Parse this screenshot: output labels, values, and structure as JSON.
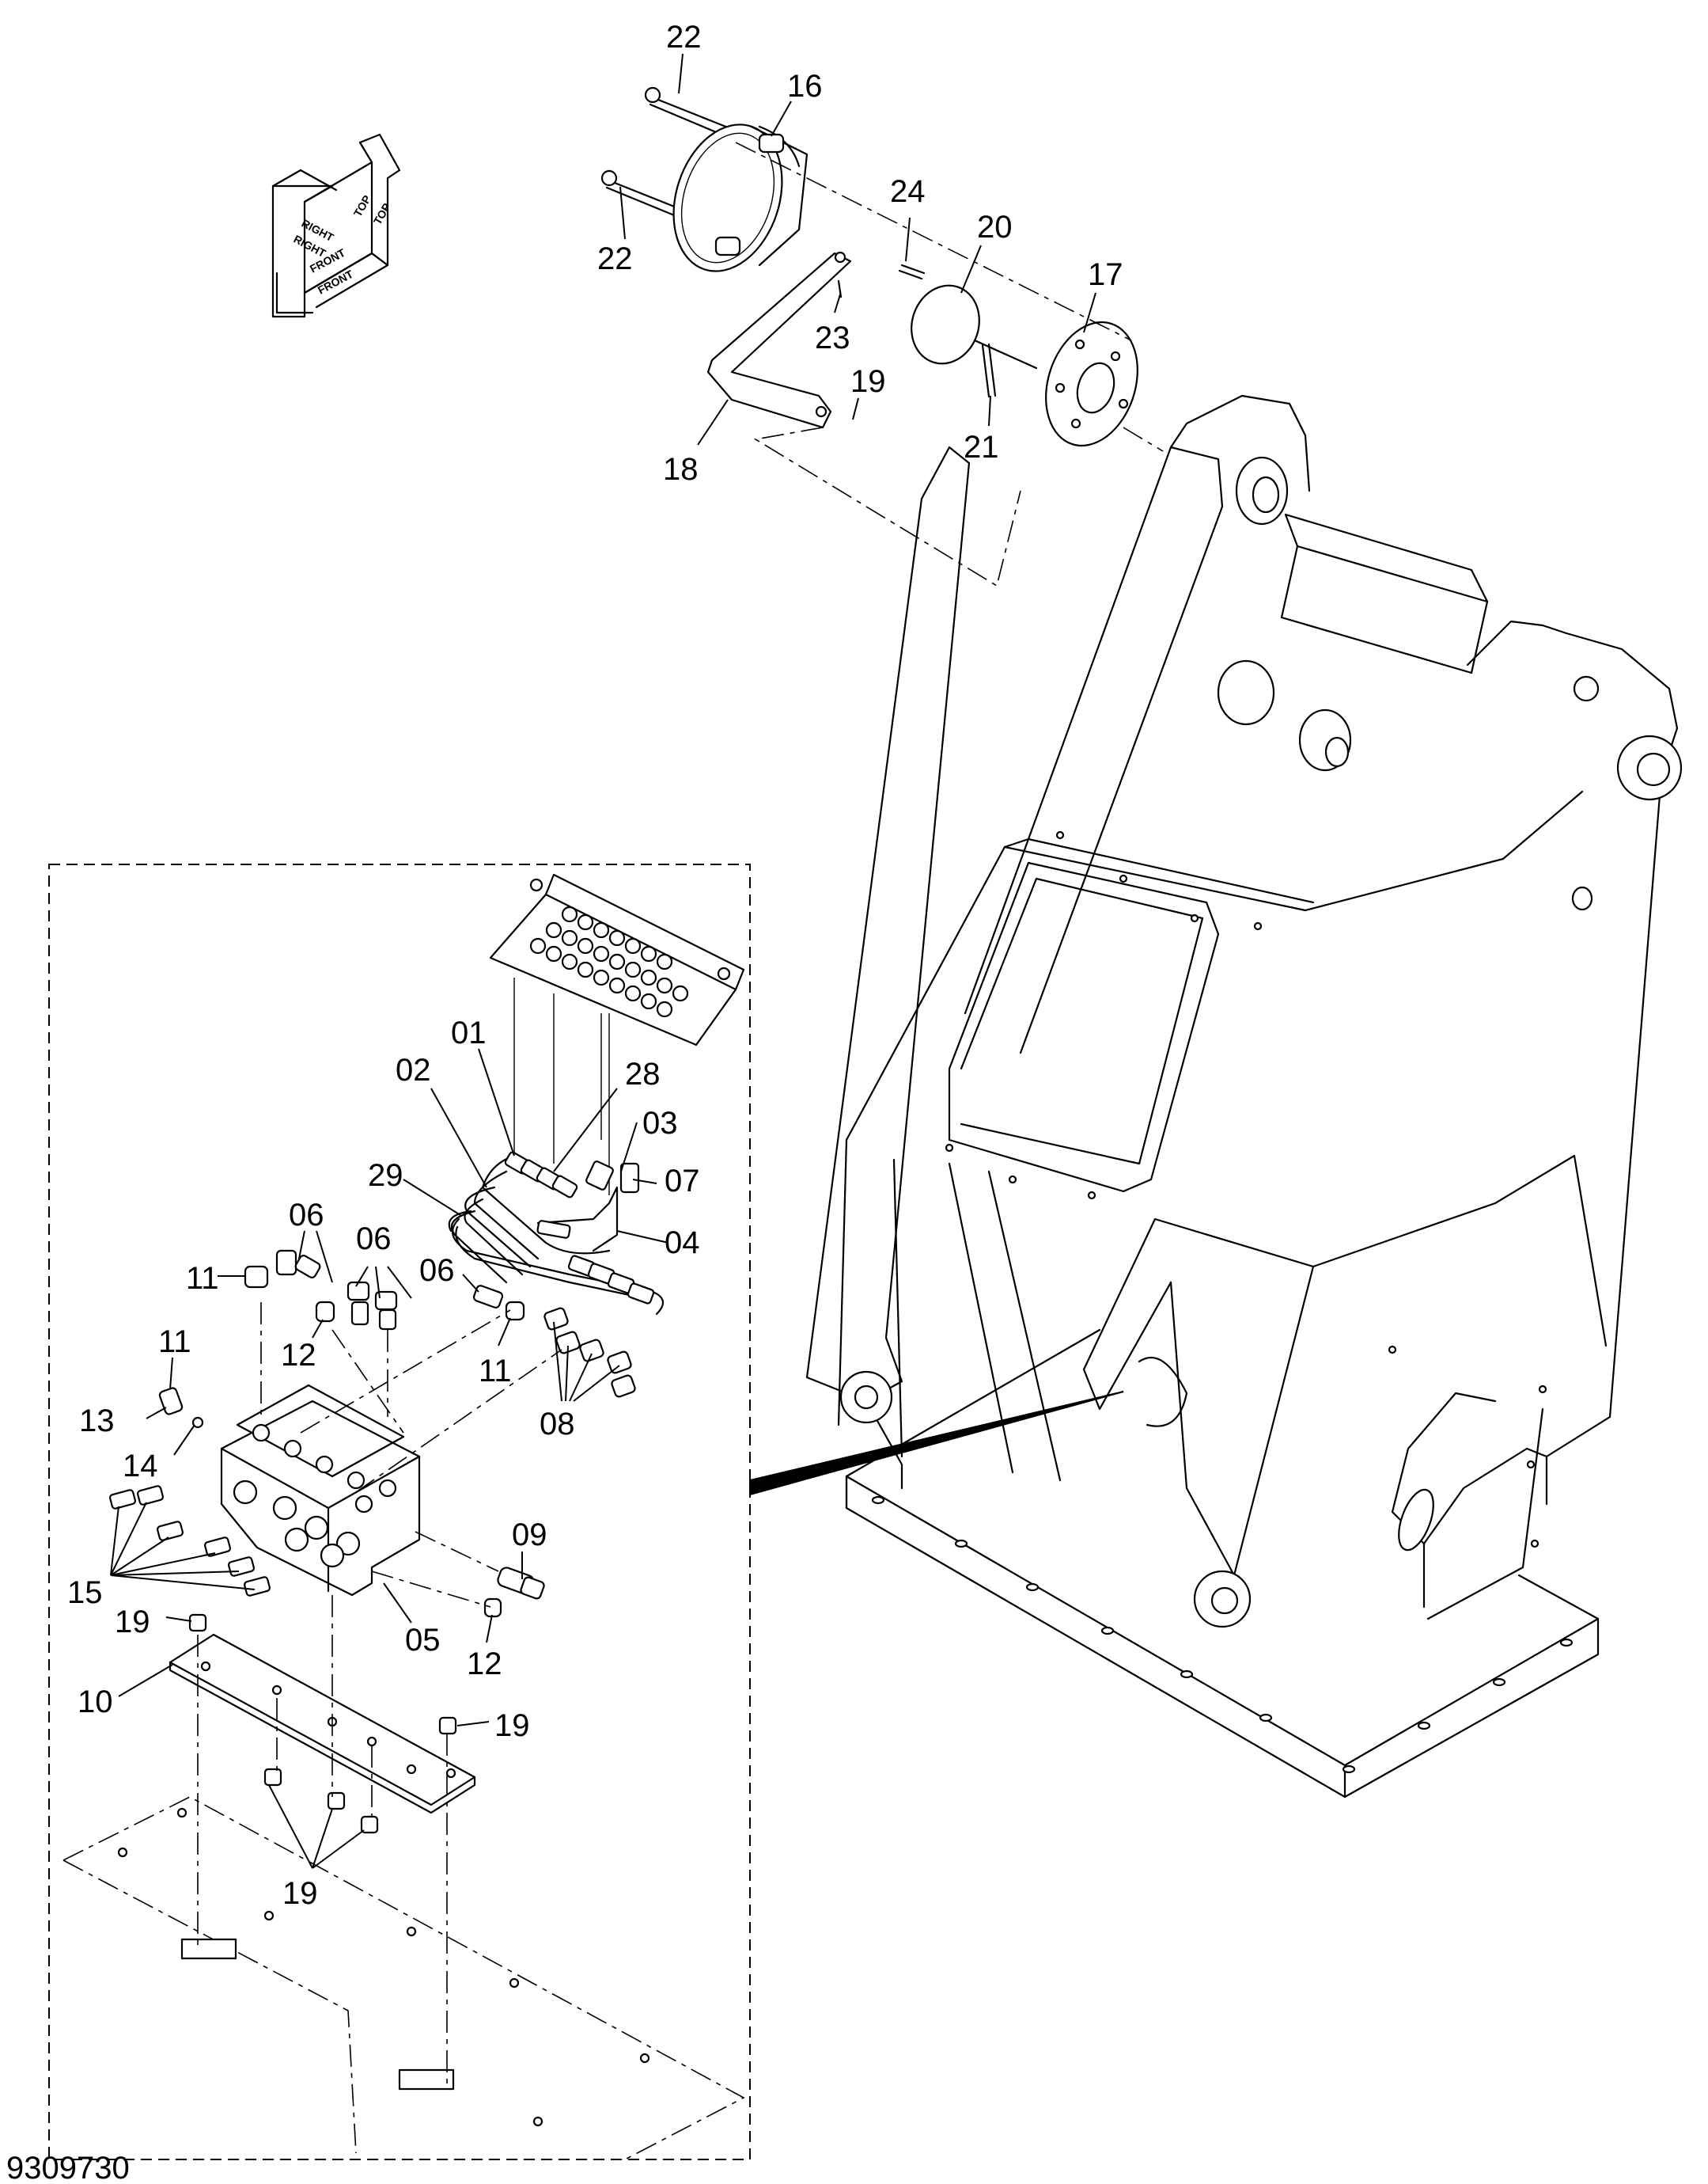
{
  "drawing_number": "9309730",
  "direction_indicator": {
    "labels": [
      "TOP",
      "TOP",
      "RIGHT",
      "RIGHT",
      "FRONT",
      "FRONT"
    ]
  },
  "callouts": [
    {
      "id": "c22a",
      "label": "22"
    },
    {
      "id": "c16",
      "label": "16"
    },
    {
      "id": "c22b",
      "label": "22"
    },
    {
      "id": "c24",
      "label": "24"
    },
    {
      "id": "c20",
      "label": "20"
    },
    {
      "id": "c17",
      "label": "17"
    },
    {
      "id": "c23",
      "label": "23"
    },
    {
      "id": "c19a",
      "label": "19"
    },
    {
      "id": "c21",
      "label": "21"
    },
    {
      "id": "c18",
      "label": "18"
    },
    {
      "id": "c01",
      "label": "01"
    },
    {
      "id": "c28",
      "label": "28"
    },
    {
      "id": "c02",
      "label": "02"
    },
    {
      "id": "c03",
      "label": "03"
    },
    {
      "id": "c29",
      "label": "29"
    },
    {
      "id": "c07",
      "label": "07"
    },
    {
      "id": "c04",
      "label": "04"
    },
    {
      "id": "c06a",
      "label": "06"
    },
    {
      "id": "c06b",
      "label": "06"
    },
    {
      "id": "c11a",
      "label": "11"
    },
    {
      "id": "c06c",
      "label": "06"
    },
    {
      "id": "c12a",
      "label": "12"
    },
    {
      "id": "c11b",
      "label": "11"
    },
    {
      "id": "c11c",
      "label": "11"
    },
    {
      "id": "c08",
      "label": "08"
    },
    {
      "id": "c13",
      "label": "13"
    },
    {
      "id": "c14",
      "label": "14"
    },
    {
      "id": "c09",
      "label": "09"
    },
    {
      "id": "c15",
      "label": "15"
    },
    {
      "id": "c05",
      "label": "05"
    },
    {
      "id": "c19b",
      "label": "19"
    },
    {
      "id": "c12b",
      "label": "12"
    },
    {
      "id": "c10",
      "label": "10"
    },
    {
      "id": "c19c",
      "label": "19"
    },
    {
      "id": "c19d",
      "label": "19"
    }
  ]
}
